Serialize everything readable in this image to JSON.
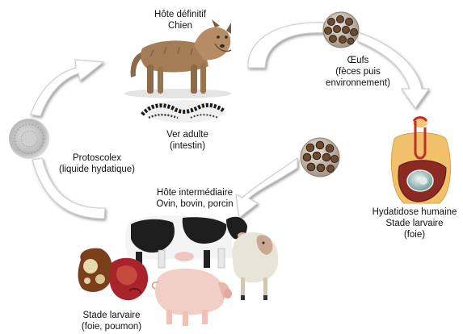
{
  "nodes": {
    "definitive_host": {
      "title": "Hôte définitif",
      "name": "Chien"
    },
    "adult_worm": {
      "line1": "Ver adulte",
      "line2": "(intestin)"
    },
    "eggs": {
      "line1": "Œufs",
      "line2": "(fèces puis",
      "line3": "environnement)"
    },
    "human": {
      "line1": "Hydatidose humaine",
      "line2": "Stade larvaire",
      "line3": "(foie)"
    },
    "intermediate_host": {
      "title": "Hôte intermédiaire",
      "names": "Ovin, bovin, porcin"
    },
    "protoscolex": {
      "line1": "Protoscolex",
      "line2": "(liquide hydatique)"
    },
    "larval_stage": {
      "line1": "Stade larvaire",
      "line2": "(foie, poumon)"
    }
  },
  "colors": {
    "arrow_fill": "#ffffff",
    "arrow_outline": "#cfcfcf",
    "arrow_shadow": "#8a8a8a",
    "egg_brown": "#6b4a30",
    "cow_black": "#1e1e1e"
  }
}
